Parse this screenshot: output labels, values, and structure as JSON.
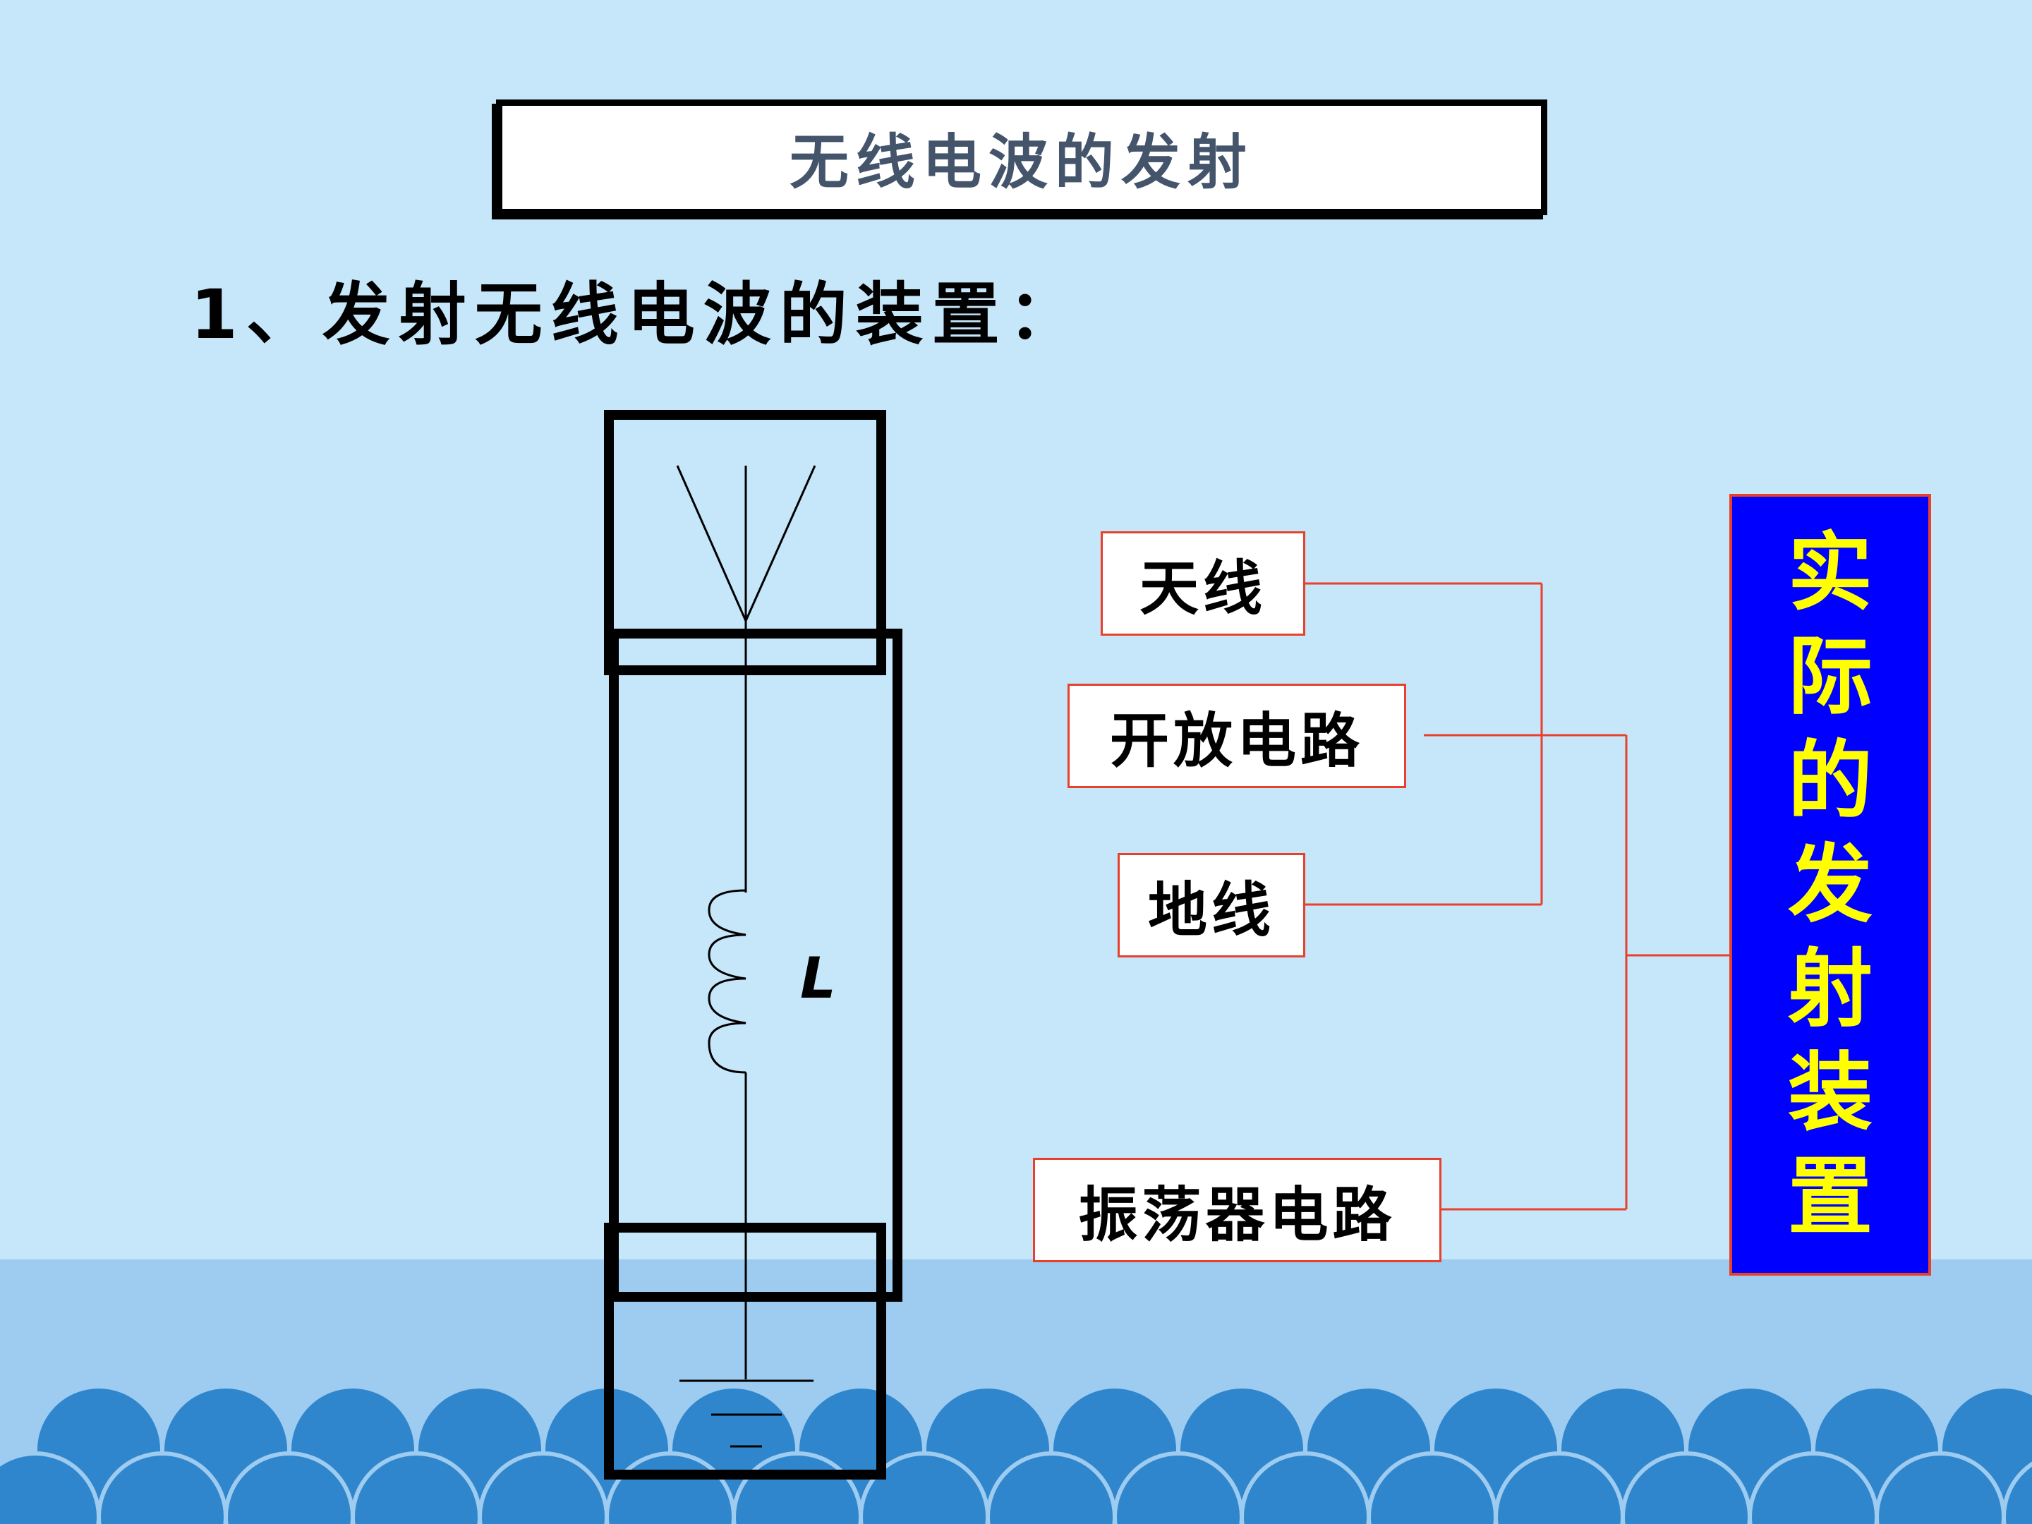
{
  "title": "无线电波的发射",
  "heading": "1、发射无线电波的装置：",
  "circuit": {
    "inductor_label": "L"
  },
  "labels": {
    "antenna": "天线",
    "open_circuit": "开放电路",
    "ground": "地线",
    "oscillator": "振荡器电路"
  },
  "device_chars": [
    "实",
    "际",
    "的",
    "发",
    "射",
    "装",
    "置"
  ],
  "colors": {
    "background": "#c6e6fa",
    "waves_light": "#9ecbf0",
    "waves_dark": "#2f86cc",
    "connector": "#e8402a",
    "device_fill": "#0000ff",
    "device_text": "#ffff00",
    "title_text": "#44546a"
  }
}
